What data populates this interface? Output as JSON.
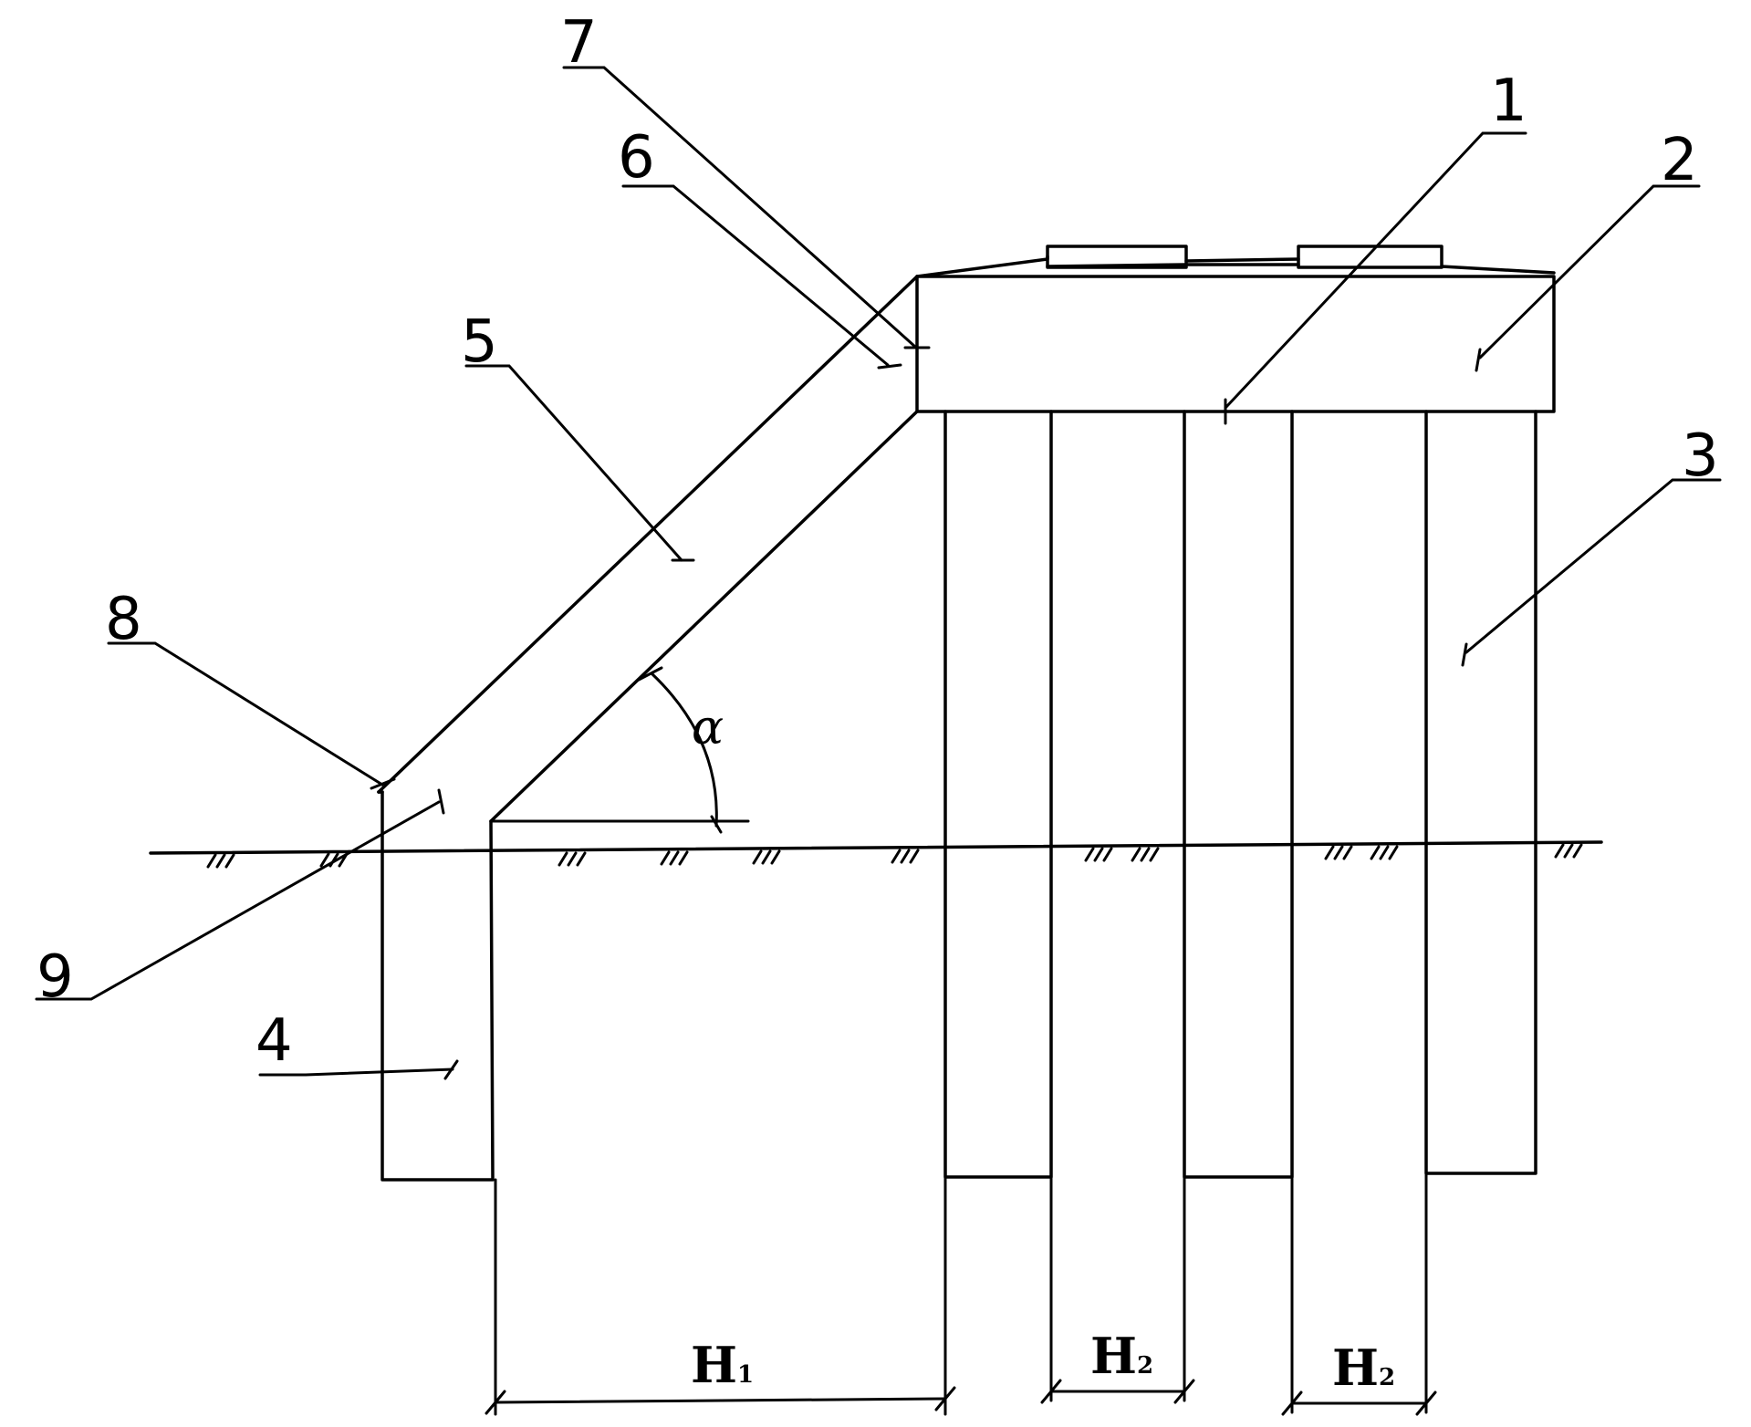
{
  "diagram": {
    "callouts": [
      {
        "id": "1",
        "label": "1"
      },
      {
        "id": "2",
        "label": "2"
      },
      {
        "id": "3",
        "label": "3"
      },
      {
        "id": "4",
        "label": "4"
      },
      {
        "id": "5",
        "label": "5"
      },
      {
        "id": "6",
        "label": "6"
      },
      {
        "id": "7",
        "label": "7"
      },
      {
        "id": "8",
        "label": "8"
      },
      {
        "id": "9",
        "label": "9"
      }
    ],
    "angle_label": "α",
    "dimensions": [
      {
        "id": "h1",
        "main": "H",
        "sub": "1"
      },
      {
        "id": "h2a",
        "main": "H",
        "sub": "2"
      },
      {
        "id": "h2b",
        "main": "H",
        "sub": "2"
      }
    ]
  }
}
